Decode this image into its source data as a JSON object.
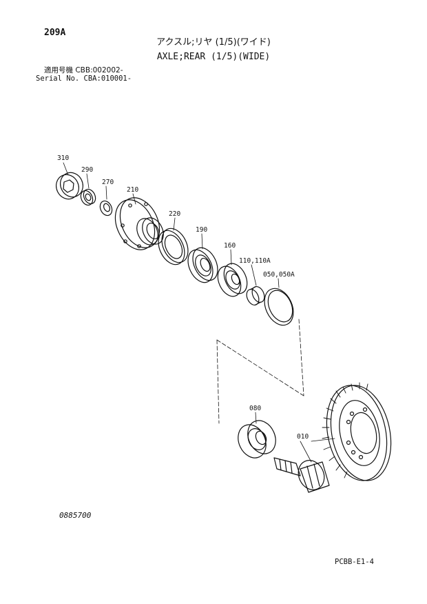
{
  "header": {
    "page_code": "209A",
    "title_jp": "アクスル;リヤ (1/5)(ワイド)",
    "title_en": "AXLE;REAR (1/5)(WIDE)",
    "model_line": "適用号機 CBB:002002-",
    "serial_line": "Serial No. CBA:010001-"
  },
  "parts": [
    {
      "id": "310"
    },
    {
      "id": "290"
    },
    {
      "id": "270"
    },
    {
      "id": "210"
    },
    {
      "id": "220"
    },
    {
      "id": "190"
    },
    {
      "id": "160"
    },
    {
      "id": "110,110A"
    },
    {
      "id": "050,050A"
    },
    {
      "id": "080"
    },
    {
      "id": "010"
    }
  ],
  "footer": {
    "doc_no": "0885700",
    "ref_code": "PCBB-E1-4"
  }
}
